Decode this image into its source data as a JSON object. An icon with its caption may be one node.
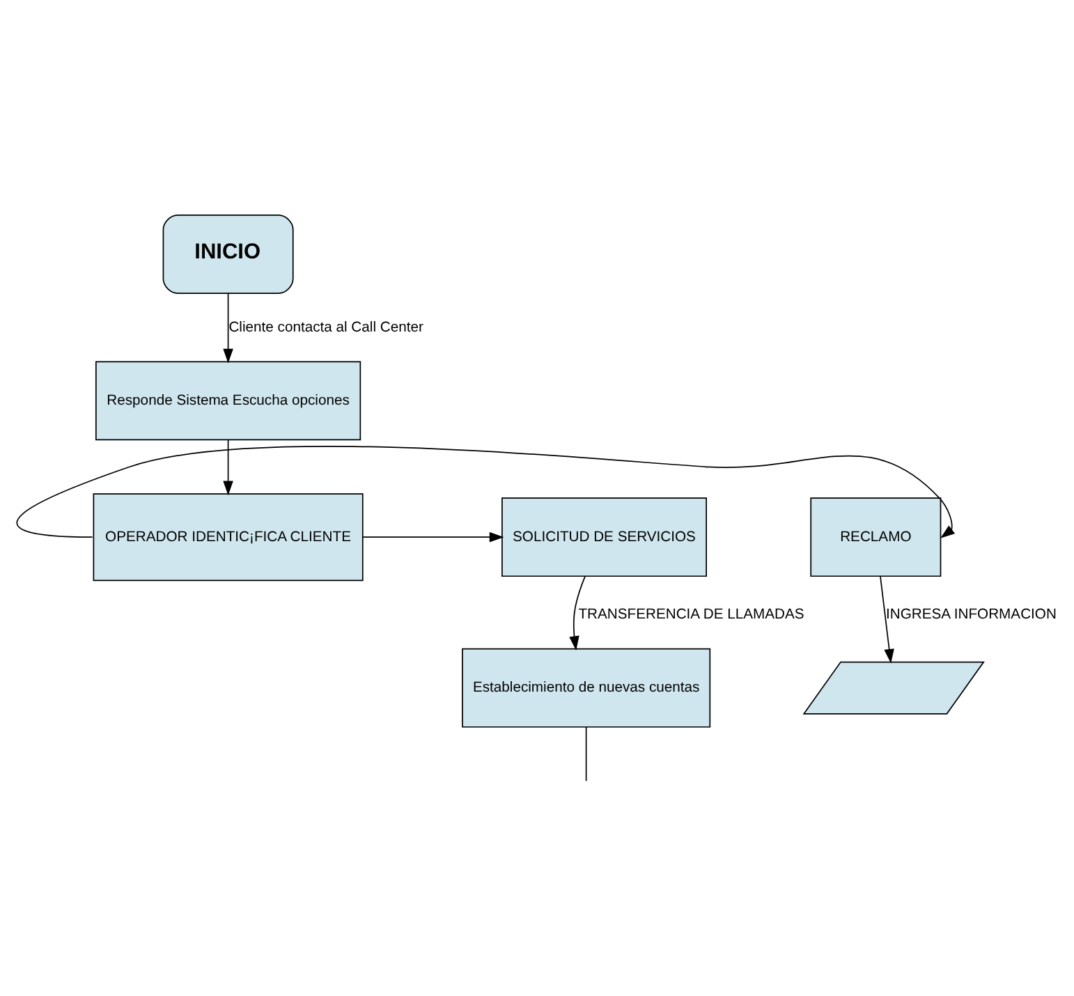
{
  "diagram": {
    "nodes": [
      {
        "text": [
          "INICIO"
        ]
      },
      {
        "text": [
          "Responde Sistema Escucha opciones"
        ]
      },
      {
        "text": [
          "OPERADOR IDENTIC¡FICA CLIENTE"
        ]
      },
      {
        "text": [
          "RECLAMO"
        ]
      },
      {
        "text": [
          "SOLICITUD DE SERVICIOS"
        ]
      },
      {
        "text": [
          "Establecimiento de nuevas cuentas"
        ]
      },
      {
        "text": [],
        "shape": "parallelogram"
      }
    ],
    "edges": [
      {
        "from": 0,
        "to": 1,
        "arrow": "to",
        "label": "Cliente contacta al Call Center"
      },
      {
        "from": 1,
        "to": 2,
        "arrow": "to"
      },
      {
        "from": 2,
        "to": 3,
        "arrow": "to"
      },
      {
        "from": 2,
        "to": 4,
        "arrow": "to"
      },
      {
        "from": 4,
        "to": 5,
        "arrow": "to",
        "label": "TRANSFERENCIA DE LLAMADAS"
      },
      {
        "from": 3,
        "to": 6,
        "arrow": "to",
        "label": "INGRESA INFORMACION"
      },
      {
        "from": 5,
        "to": null,
        "arrow": "none"
      }
    ]
  }
}
